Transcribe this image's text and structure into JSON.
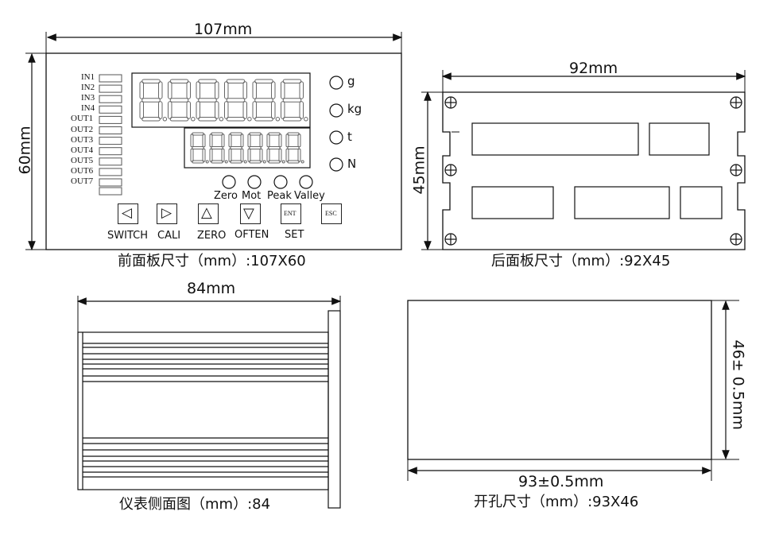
{
  "front": {
    "width_label": "107mm",
    "height_label": "60mm",
    "caption": "前面板尺寸（mm）:107X60",
    "inputs": [
      "IN1",
      "IN2",
      "IN3",
      "IN4"
    ],
    "outputs": [
      "OUT1",
      "OUT2",
      "OUT3",
      "OUT4",
      "OUT5",
      "OUT6",
      "OUT7"
    ],
    "units": [
      "g",
      "kg",
      "t",
      "N"
    ],
    "indicators": [
      "Zero",
      "Mot",
      "Peak",
      "Valley"
    ],
    "keys": [
      {
        "label": "SWITCH",
        "glyph": "◁"
      },
      {
        "label": "CALI",
        "glyph": "▷"
      },
      {
        "label": "ZERO",
        "glyph": "△"
      },
      {
        "label": "OFTEN",
        "glyph": "▽"
      },
      {
        "label": "SET",
        "glyph": "ENT"
      },
      {
        "label": "",
        "glyph": "ESC"
      }
    ]
  },
  "rear": {
    "width_label": "92mm",
    "height_label": "45mm",
    "caption": "后面板尺寸（mm）:92X45"
  },
  "side": {
    "width_label": "84mm",
    "caption": "仪表侧面图（mm）:84"
  },
  "cutout": {
    "width_label": "93±0.5mm",
    "height_label": "46± 0.5mm",
    "caption": "开孔尺寸（mm）:93X46"
  }
}
